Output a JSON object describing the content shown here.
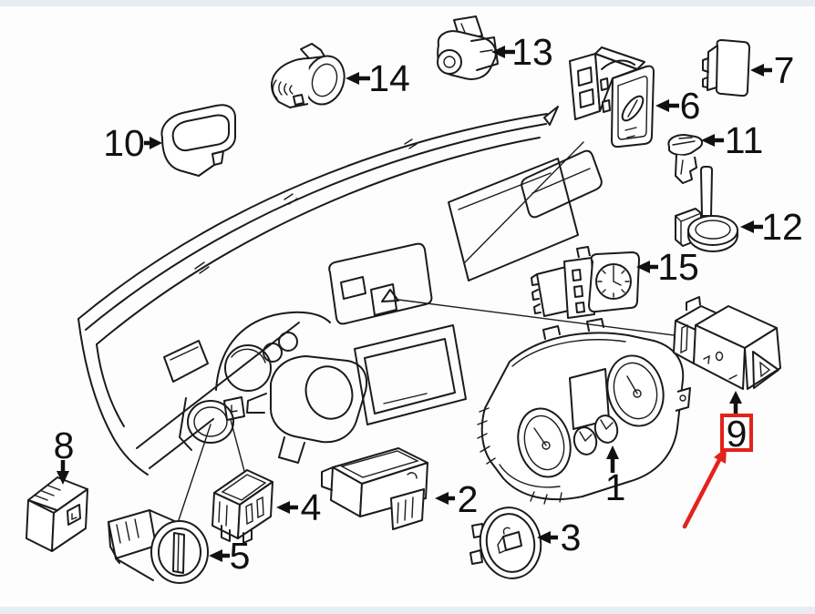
{
  "page": {
    "background": "#fdfdfe",
    "strip_color": "#e8ecf3"
  },
  "art": {
    "line_color": "#1b1b1b",
    "label_color": "#111111",
    "highlight_color": "#e2231a"
  },
  "diagram_type": "exploded-parts-diagram-dashboard-switches",
  "highlight": {
    "part_number": "9",
    "marker": "red-box-with-red-arrow"
  },
  "parts": {
    "p1": {
      "number": "1",
      "name": "instrument-cluster"
    },
    "p2": {
      "number": "2",
      "name": "control-module"
    },
    "p3": {
      "number": "3",
      "name": "round-window-switch"
    },
    "p4": {
      "number": "4",
      "name": "switch-block"
    },
    "p5": {
      "number": "5",
      "name": "headlight-switch"
    },
    "p6": {
      "number": "6",
      "name": "lock-module-with-keyhole"
    },
    "p7": {
      "number": "7",
      "name": "blank-cover"
    },
    "p8": {
      "number": "8",
      "name": "switch"
    },
    "p9": {
      "number": "9",
      "name": "hazard-warning-switch"
    },
    "p10": {
      "number": "10",
      "name": "cover-cap"
    },
    "p11": {
      "number": "11",
      "name": "retaining-clip"
    },
    "p12": {
      "number": "12",
      "name": "sensor-with-stem"
    },
    "p13": {
      "number": "13",
      "name": "sensor-switch"
    },
    "p14": {
      "number": "14",
      "name": "ignition-lock-housing"
    },
    "p15": {
      "number": "15",
      "name": "clock-switch"
    }
  }
}
